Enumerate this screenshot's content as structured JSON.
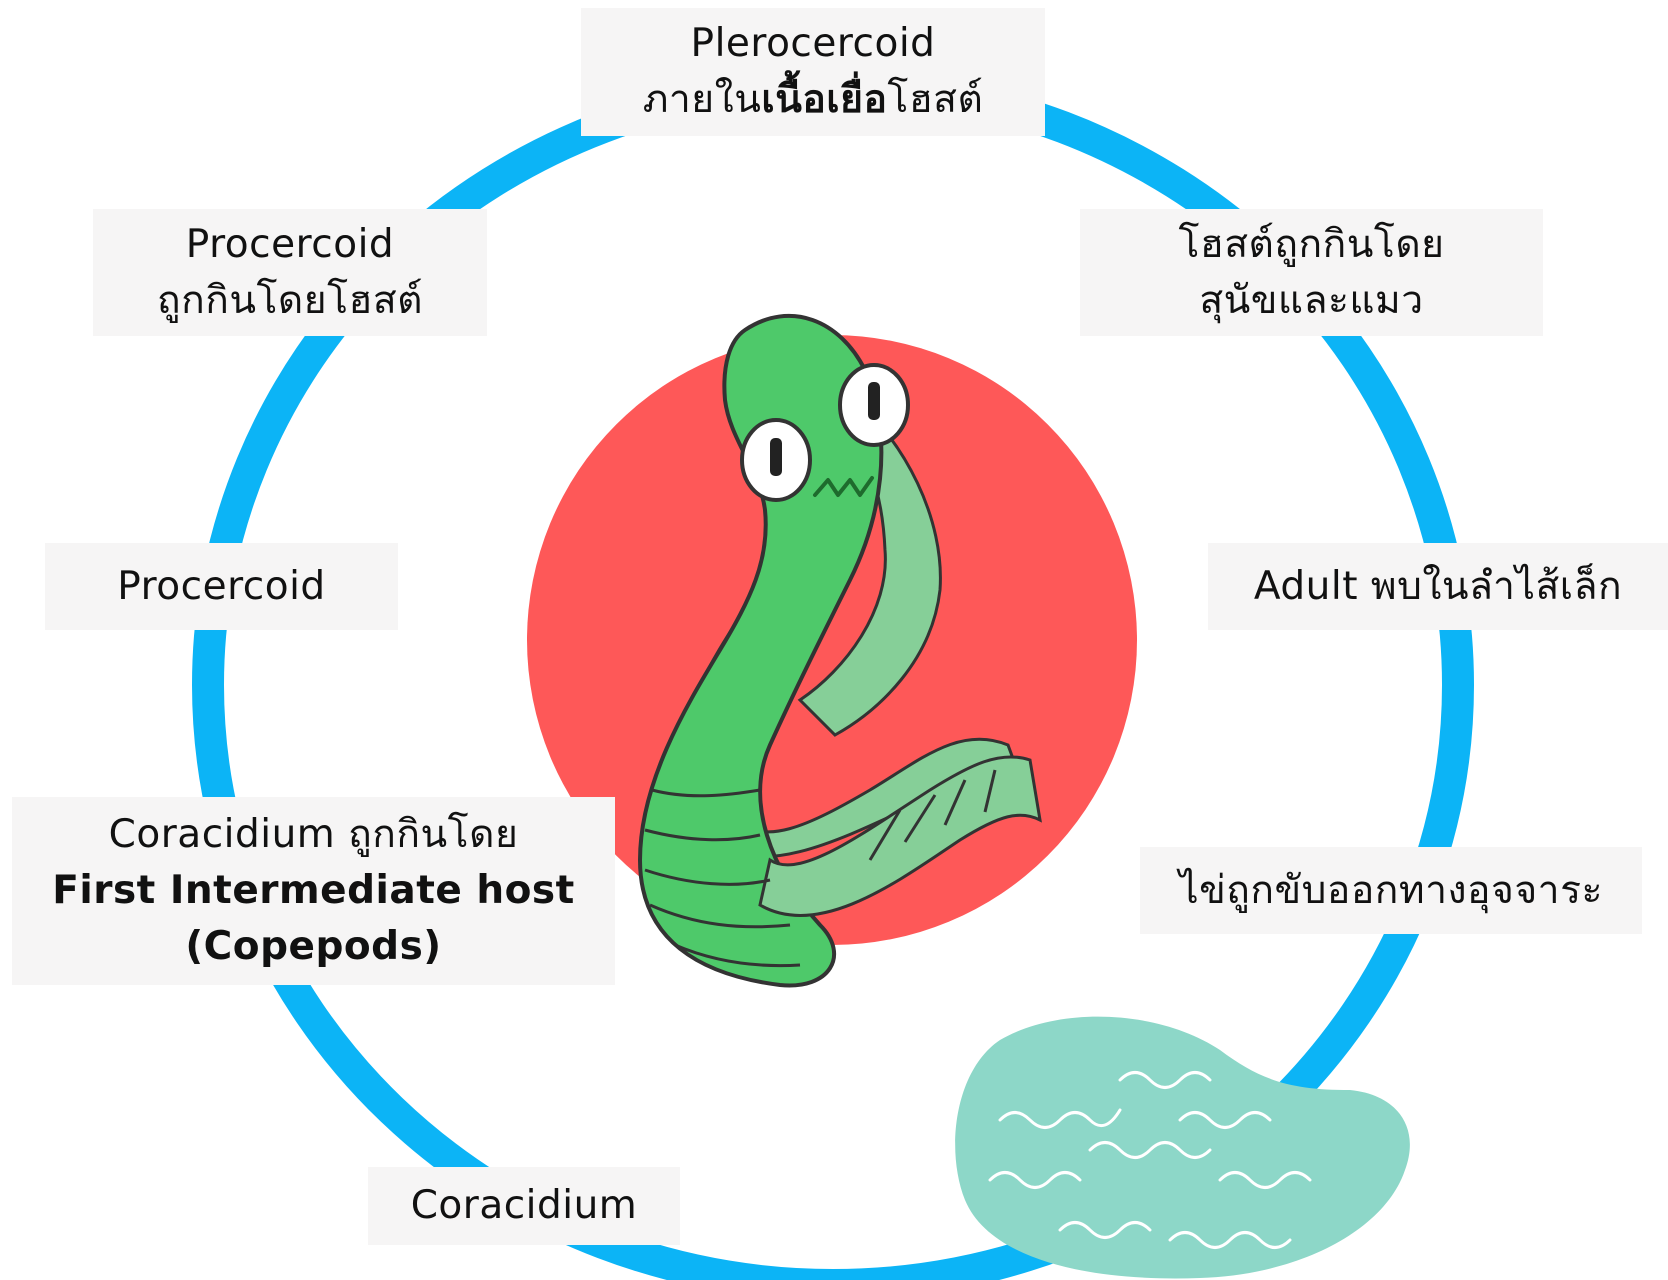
{
  "diagram": {
    "colors": {
      "cycle_ring": "#0cb4f6",
      "center_disc": "#fe5858",
      "worm_body": "#4ec96a",
      "worm_fin": "#86cf98",
      "worm_outline": "#333333",
      "egg_blob": "#8dd7c8",
      "label_background": "#f6f5f5"
    },
    "icons": {
      "center": "tapeworm-illustration-icon",
      "eggs": "egg-blob-illustration-icon"
    },
    "stages": {
      "top": {
        "line1": "Plerocercoid",
        "line2_prefix": "ภายใน",
        "line2_bold": "เนื้อเยื่อ",
        "line2_suffix": "โฮสต์"
      },
      "right_top": {
        "line1": "โฮสต์ถูกกินโดย",
        "line2": "สุนัขและแมว"
      },
      "right_mid": {
        "line1": "Adult พบในลำไส้เล็ก"
      },
      "right_low": {
        "line1": "ไข่ถูกขับออกทางอุจจาระ"
      },
      "bottom": {
        "line1": "Coracidium"
      },
      "left_low": {
        "line1": "Coracidium ถูกกินโดย",
        "line2": "First Intermediate host",
        "line3": "(Copepods)"
      },
      "left_mid": {
        "line1": "Procercoid"
      },
      "left_top": {
        "line1": "Procercoid",
        "line2": "ถูกกินโดยโฮสต์"
      }
    }
  }
}
